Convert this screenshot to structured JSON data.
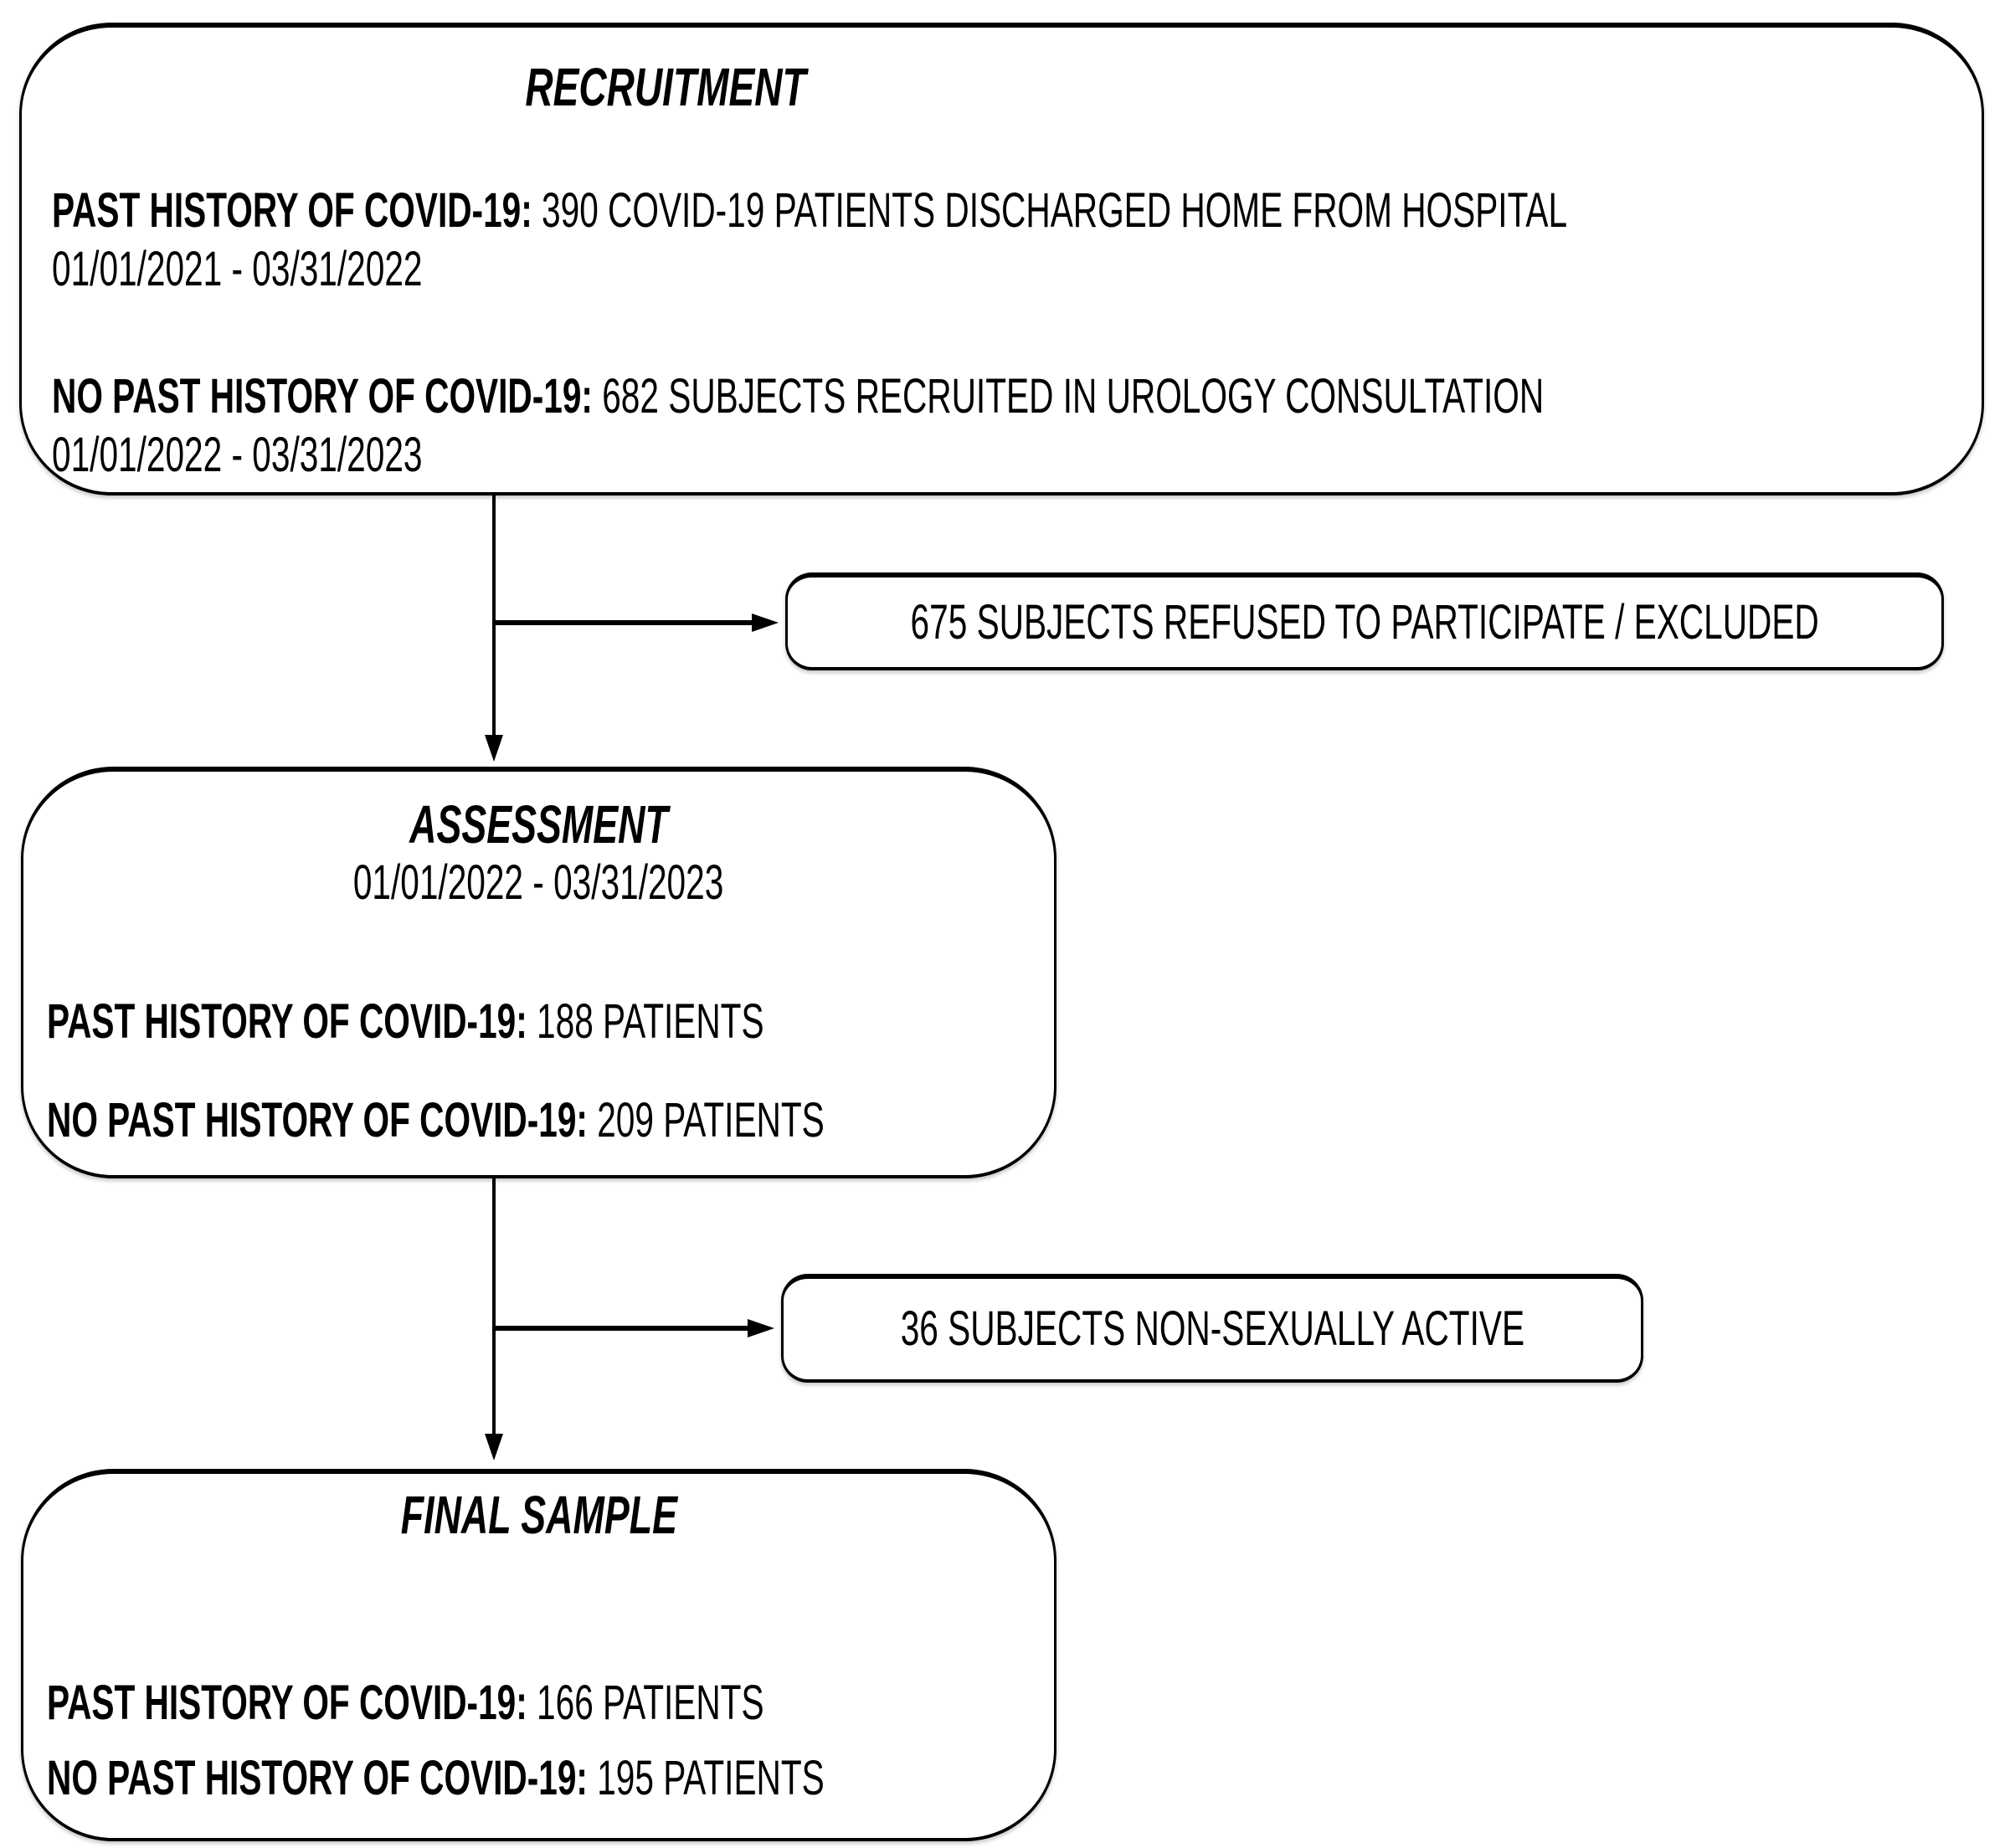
{
  "colors": {
    "background": "#ffffff",
    "box_border": "#000000",
    "text": "#000000"
  },
  "recruitment": {
    "title": "RECRUITMENT",
    "p1": {
      "label": "PAST HISTORY OF COVID-19:",
      "text": " 390 COVID-19 PATIENTS DISCHARGED HOME FROM HOSPITAL",
      "dates": "01/01/2021 - 03/31/2022"
    },
    "p2": {
      "label": "NO PAST HISTORY OF COVID-19:",
      "text": " 682 SUBJECTS RECRUITED IN UROLOGY CONSULTATION",
      "dates": "01/01/2022 - 03/31/2023"
    }
  },
  "excluded_box_1": {
    "label": "675 SUBJECTS REFUSED TO PARTICIPATE / EXCLUDED"
  },
  "assessment": {
    "title": "ASSESSMENT",
    "dates": "01/01/2022 - 03/31/2023",
    "p1": {
      "label": "PAST HISTORY OF COVID-19:",
      "text": " 188 PATIENTS"
    },
    "p2": {
      "label": "NO PAST HISTORY OF COVID-19:",
      "text": " 209 PATIENTS"
    }
  },
  "excluded_box_2": {
    "label": "36 SUBJECTS NON-SEXUALLY ACTIVE"
  },
  "final_sample": {
    "title": "FINAL SAMPLE",
    "p1": {
      "label": "PAST HISTORY OF COVID-19:",
      "text": " 166 PATIENTS"
    },
    "p2": {
      "label": "NO PAST HISTORY OF COVID-19:",
      "text": " 195 PATIENTS"
    }
  }
}
